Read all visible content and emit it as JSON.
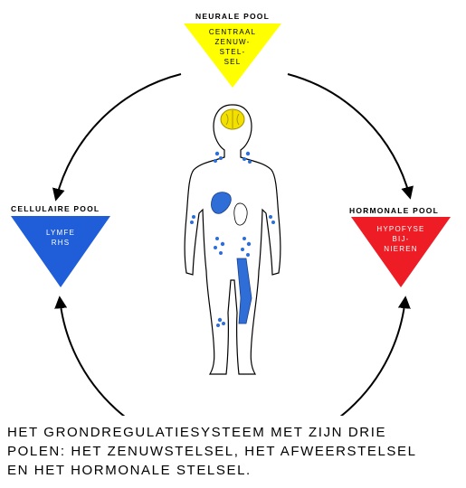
{
  "colors": {
    "neural": "#ffff00",
    "cellular": "#1f5ed8",
    "hormonal": "#ee1c24",
    "organ_blue": "#2e6ed6",
    "brain_yellow": "#f2e000"
  },
  "neural_pool": {
    "title": "NEURALE POOL",
    "lines": [
      "CENTRAAL",
      "ZENUW-",
      "STEL-",
      "SEL"
    ]
  },
  "cellular_pool": {
    "title": "CELLULAIRE POOL",
    "lines": [
      "LYMFE",
      "RHS"
    ]
  },
  "hormonal_pool": {
    "title": "HORMONALE POOL",
    "lines": [
      "HYPOFYSE",
      "BIJ-",
      "NIEREN"
    ]
  },
  "caption": {
    "line1": "HET GRONDREGULATIESYSTEEM MET ZIJN DRIE",
    "line2": "POLEN: HET ZENUWSTELSEL, HET AFWEERSTELSEL",
    "line3": "EN HET HORMONALE STELSEL."
  },
  "icons": [
    "human-figure",
    "brain",
    "lymph-nodes",
    "cycle-arrows"
  ]
}
